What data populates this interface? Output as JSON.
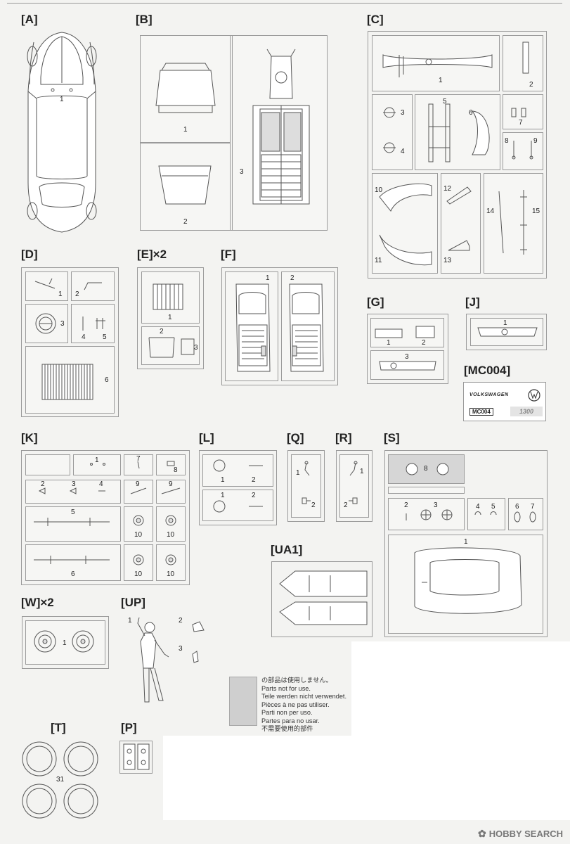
{
  "sprues": {
    "A": {
      "label": "[A]",
      "parts": [
        "1"
      ]
    },
    "B": {
      "label": "[B]",
      "parts": [
        "1",
        "2",
        "3"
      ]
    },
    "C": {
      "label": "[C]",
      "parts": [
        "1",
        "2",
        "3",
        "4",
        "5",
        "6",
        "7",
        "8",
        "9",
        "10",
        "11",
        "12",
        "13",
        "14",
        "15"
      ]
    },
    "D": {
      "label": "[D]",
      "parts": [
        "1",
        "2",
        "3",
        "4",
        "5",
        "6"
      ]
    },
    "E": {
      "label": "[E]×2",
      "parts": [
        "1",
        "2",
        "3"
      ]
    },
    "F": {
      "label": "[F]",
      "parts": [
        "1",
        "2"
      ]
    },
    "G": {
      "label": "[G]",
      "parts": [
        "1",
        "2",
        "3"
      ]
    },
    "J": {
      "label": "[J]",
      "parts": [
        "1"
      ]
    },
    "K": {
      "label": "[K]",
      "parts": [
        "1",
        "7",
        "8",
        "2",
        "3",
        "4",
        "9",
        "9",
        "5",
        "10",
        "10",
        "6",
        "10",
        "10"
      ]
    },
    "L": {
      "label": "[L]",
      "parts": [
        "1",
        "2",
        "1",
        "2"
      ]
    },
    "Q": {
      "label": "[Q]",
      "parts": [
        "1",
        "2"
      ]
    },
    "R": {
      "label": "[R]",
      "parts": [
        "1",
        "2"
      ]
    },
    "S": {
      "label": "[S]",
      "parts": [
        "8",
        "2",
        "3",
        "4",
        "5",
        "6",
        "7",
        "1"
      ]
    },
    "UA1": {
      "label": "[UA1]",
      "parts": []
    },
    "W": {
      "label": "[W]×2",
      "parts": [
        "1"
      ]
    },
    "UP": {
      "label": "[UP]",
      "parts": [
        "1",
        "2",
        "3"
      ]
    },
    "T": {
      "label": "[T]",
      "parts": [
        "31"
      ]
    },
    "P": {
      "label": "[P]",
      "parts": []
    }
  },
  "decal": {
    "label": "[MC004]",
    "brand_text": "VOLKSWAGEN",
    "code": "MC004",
    "badge_text": "1300"
  },
  "notice": {
    "lines": [
      "の部品は使用しません。",
      "Parts not for use.",
      "Teile werden nicht verwendet.",
      "Pièces à ne pas utiliser.",
      "Parti non per uso.",
      "Partes para no usar.",
      "不需要使用的部件"
    ]
  },
  "watermark": {
    "text": "HOBBY SEARCH"
  }
}
